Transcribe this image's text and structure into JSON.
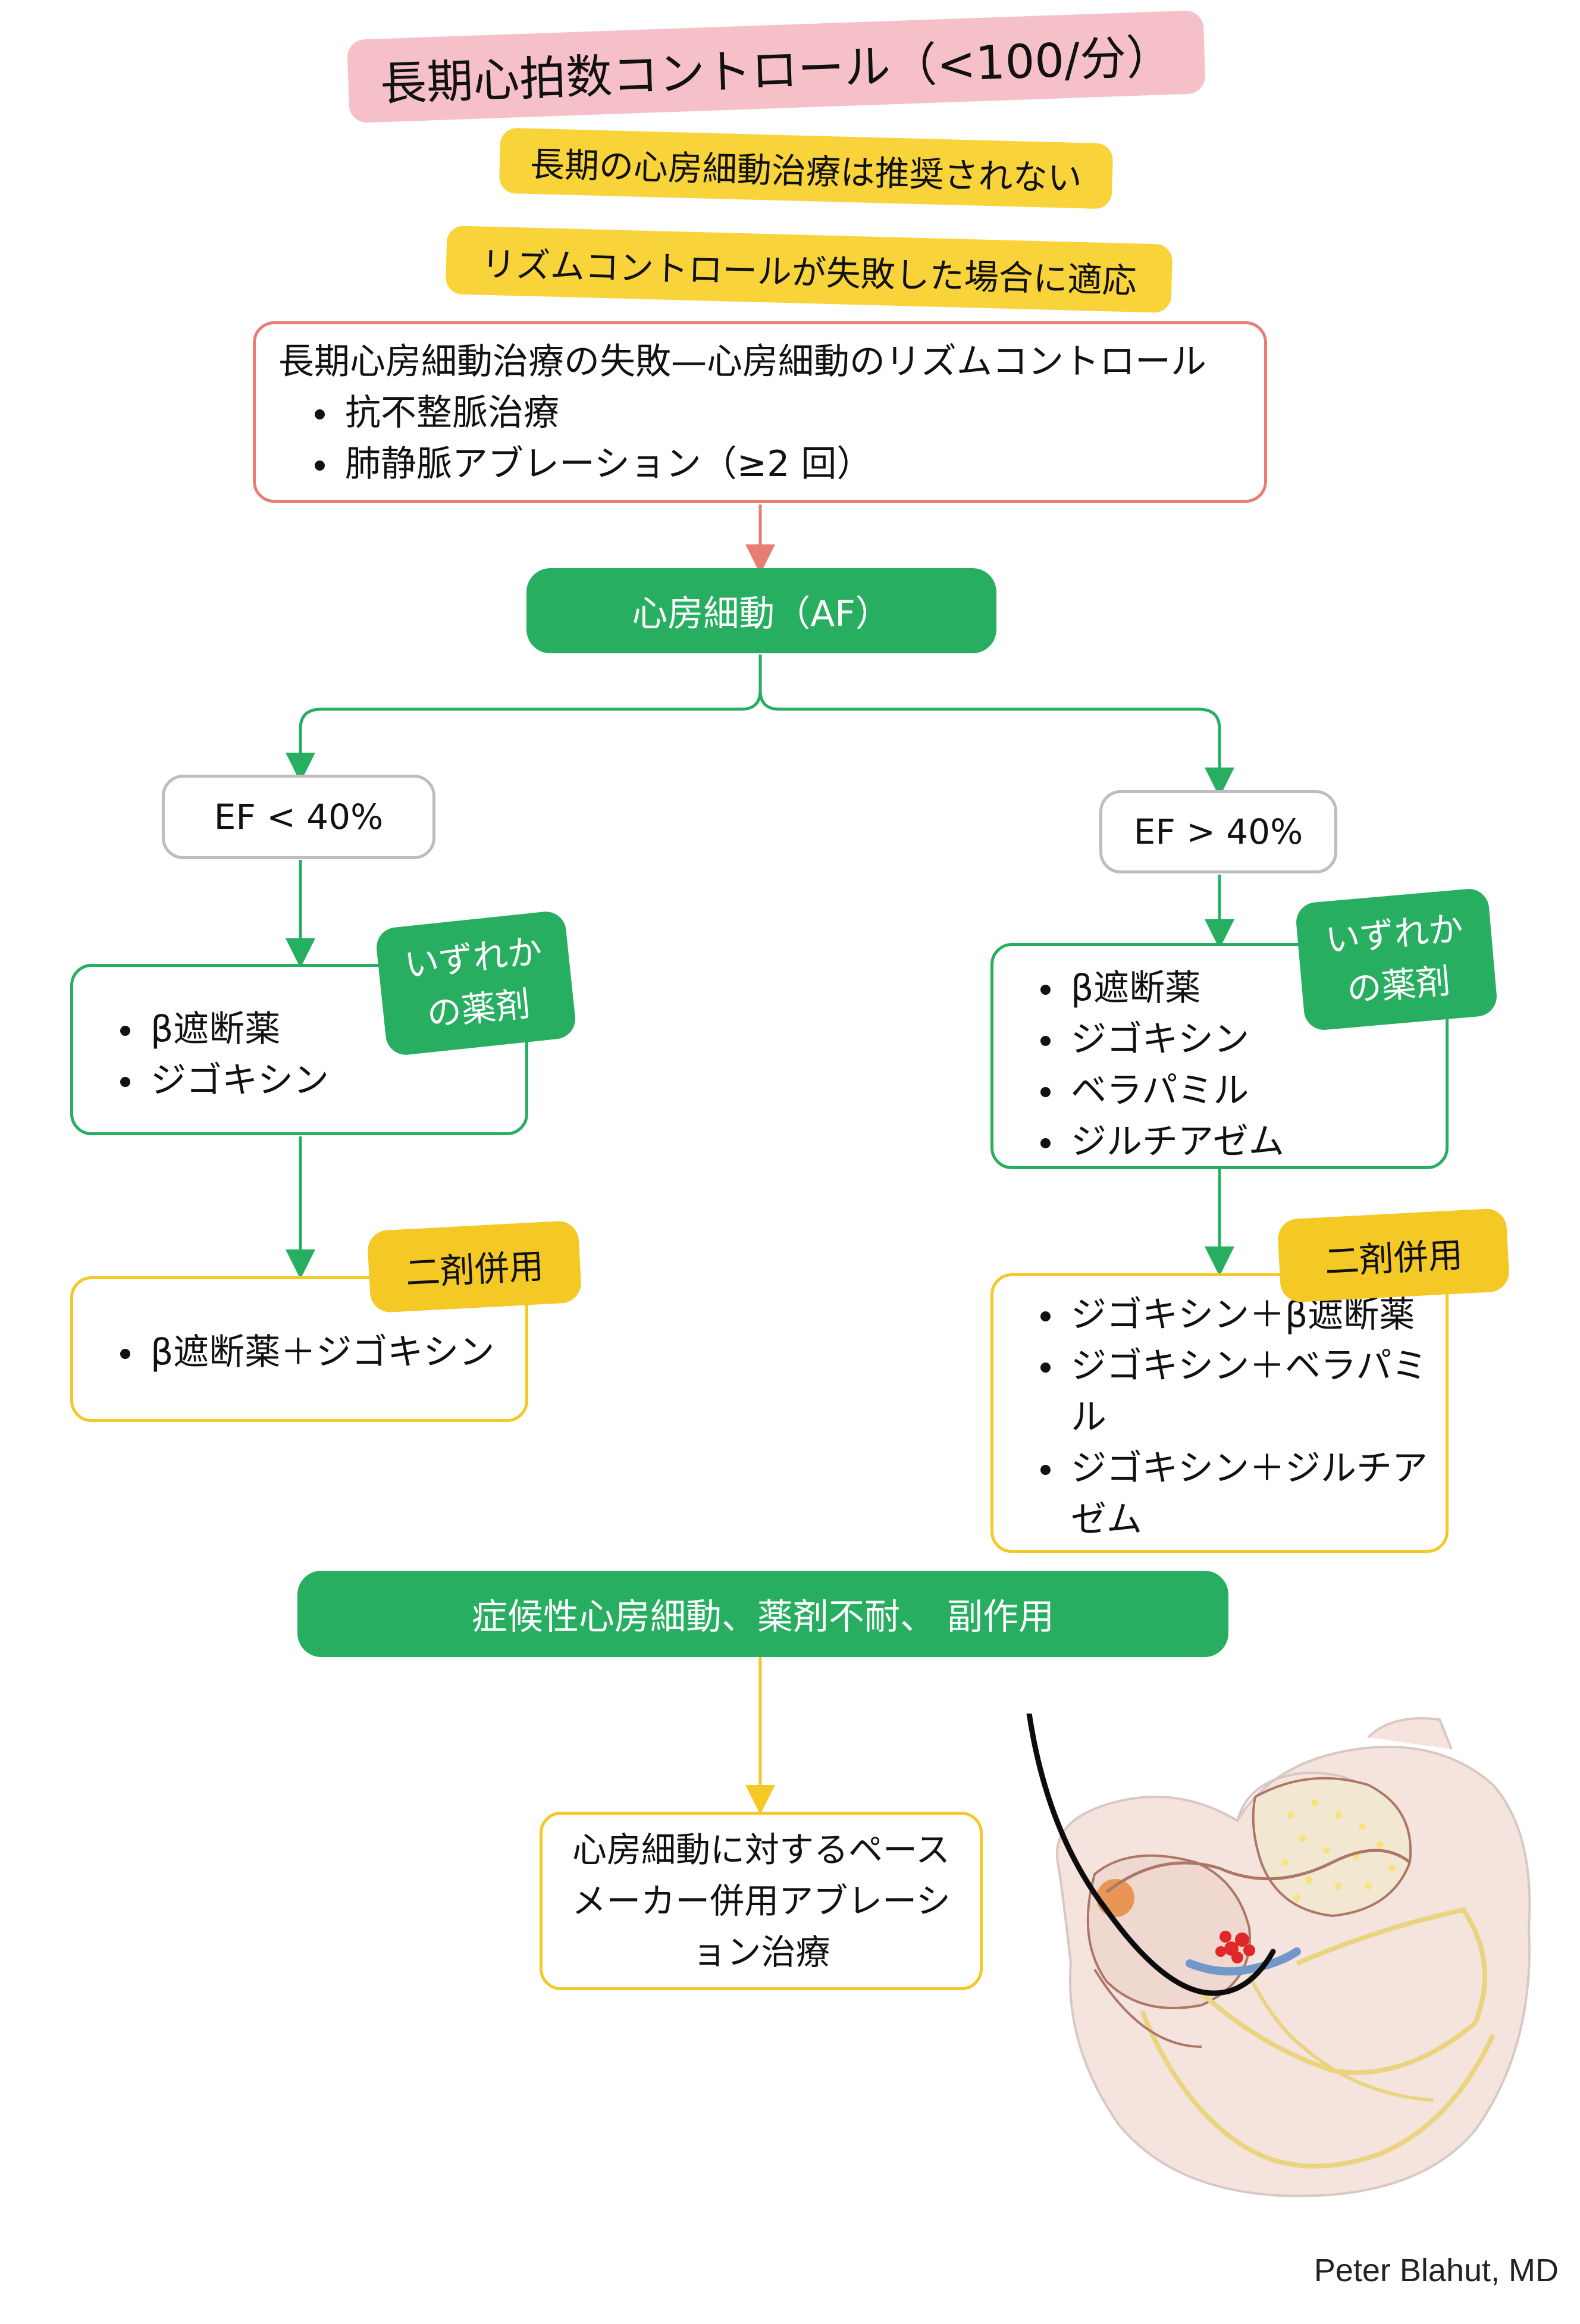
{
  "title": "長期心拍数コントロール（<100/分）",
  "notes": [
    "長期の心房細動治療は推奨されない",
    "リズムコントロールが失敗した場合に適応"
  ],
  "failure_box": {
    "heading": "長期心房細動治療の失敗—心房細動のリズムコントロール",
    "items": [
      "抗不整脈治療",
      "肺静脈アブレーション（≥2 回）"
    ]
  },
  "af_node": "心房細動（AF）",
  "left": {
    "ef_label": "EF < 40%",
    "tag_either": "いずれかの薬剤",
    "drugs": [
      "β遮断薬",
      "ジゴキシン"
    ],
    "tag_combo": "二剤併用",
    "combos": [
      "β遮断薬＋ジゴキシン"
    ]
  },
  "right": {
    "ef_label": "EF > 40%",
    "tag_either": "いずれかの薬剤",
    "drugs": [
      "β遮断薬",
      "ジゴキシン",
      "ベラパミル",
      "ジルチアゼム"
    ],
    "tag_combo": "二剤併用",
    "combos": [
      "ジゴキシン＋β遮断薬",
      "ジゴキシン＋ベラパミル",
      "ジゴキシン＋ジルチアゼム"
    ]
  },
  "bottom_bar": "症候性心房細動、薬剤不耐、 副作用",
  "final_box": "心房細動に対するペースメーカー併用アブレーション治療",
  "credit": "Peter Blahut, MD",
  "colors": {
    "green": "#27ae60",
    "yellow": "#f4c825",
    "pink": "#f6c0c8",
    "red_border": "#e87d73",
    "grey_border": "#bdbdbd"
  }
}
